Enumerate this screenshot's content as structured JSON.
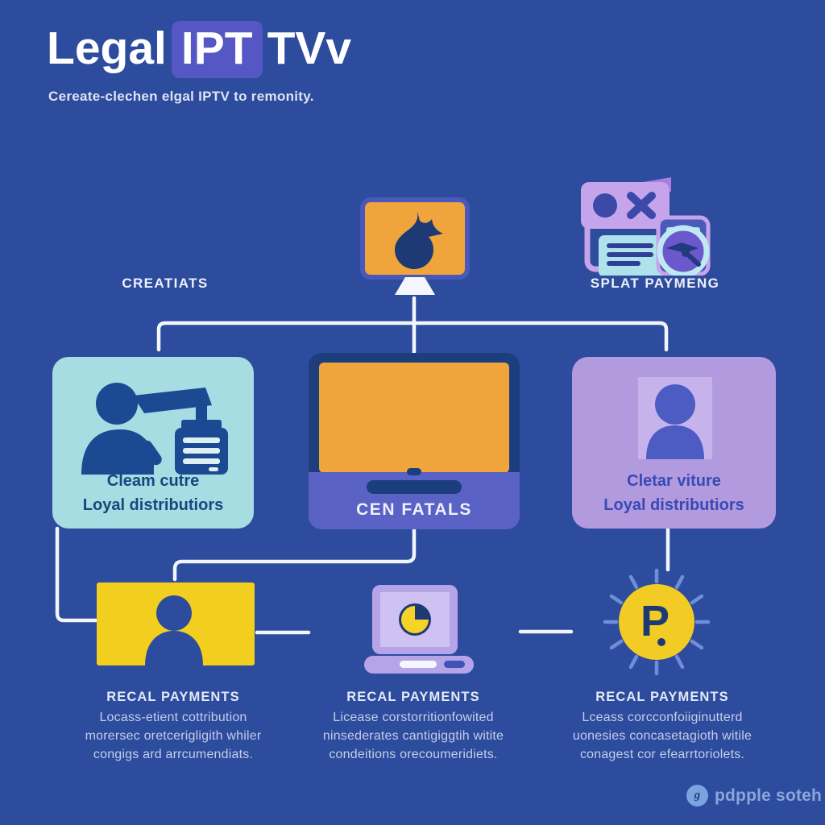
{
  "colors": {
    "bg": "#2e4c9d",
    "title_highlight": "#5457c4",
    "line": "#f2f5fb",
    "teal_box": "#a6dce2",
    "teal_text": "#17477f",
    "orange": "#f0a43c",
    "navy": "#1d3a75",
    "icon_blue": "#1b4a92",
    "stripe_light": "#dff0f4",
    "monitor_frame": "#1c3e7c",
    "monitor_base": "#5a62c6",
    "purple_box": "#b29adf",
    "purple_box_inner": "#c7b3ec",
    "indigo": "#4c5cc2",
    "purple_text": "#3a49b5",
    "yellow": "#f2cf1f",
    "bulb_yellow": "#f2cb25",
    "lavender": "#b5a5e8",
    "lavender_light": "#cfc2f2",
    "icon_lightpurple": "#c5a4ec",
    "icon_teal": "#aee3ec",
    "ray_blue": "#6e8ed8",
    "heading_text": "#e2eaf7",
    "body_text": "#c2cee9",
    "logo_text": "#8aa6da",
    "logo_circle": "#7ba3e0"
  },
  "header": {
    "title_pre": "Legal",
    "title_highlight": "IPT",
    "title_post": "TVv",
    "subtitle": "Cereate-clechen elgal IPTV to remonity."
  },
  "top_row": {
    "left_label": "CREATIATS",
    "right_label": "SPLAT PAYMENG"
  },
  "mid_row": {
    "left_box": {
      "line1": "Cleam cutre",
      "line2": "Loyal distributiors"
    },
    "center_box": {
      "label": "CEN FATALS"
    },
    "right_box": {
      "line1": "Cletar viture",
      "line2": "Loyal distributiors"
    }
  },
  "bottom_sections": [
    {
      "heading": "RECAL PAYMENTS",
      "lines": [
        "Locass-etient cottribution",
        "morersec oretcerigligith whiler",
        "congigs ard arrcumendiats."
      ]
    },
    {
      "heading": "RECAL PAYMENTS",
      "lines": [
        "Licease corstorritionfowited",
        "ninsederates cantigiggtih witite",
        "condeitions orecoumeridiets."
      ]
    },
    {
      "heading": "RECAL PAYMENTS",
      "lines": [
        "Lceass corcconfoiiginutterd",
        "uonesies concasetagioth witile",
        "conagest cor efearrtoriolets."
      ]
    }
  ],
  "footer": {
    "brand": "pdpple soteh"
  },
  "icons": {
    "top_monitor": "flame-tv-icon",
    "payment_cards": "payment-cards-icon",
    "creator": "creator-person-icon",
    "tv": "tv-monitor-icon",
    "avatar": "user-avatar-icon",
    "member_card": "member-card-icon",
    "analytics_laptop": "laptop-piechart-icon",
    "idea_bulb": "idea-question-icon",
    "bulb_glyph": "P",
    "logo_glyph": "g"
  }
}
